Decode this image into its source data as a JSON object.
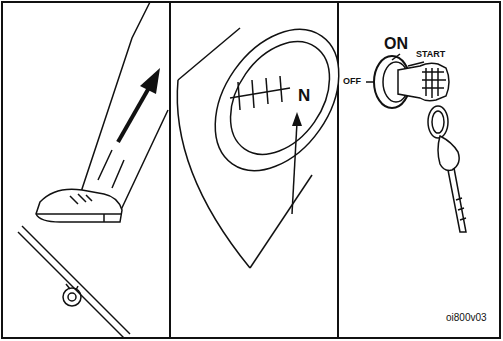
{
  "diagram": {
    "labels": [
      "N",
      "OFF",
      "ON",
      "START",
      "oi800v03"
    ]
  }
}
